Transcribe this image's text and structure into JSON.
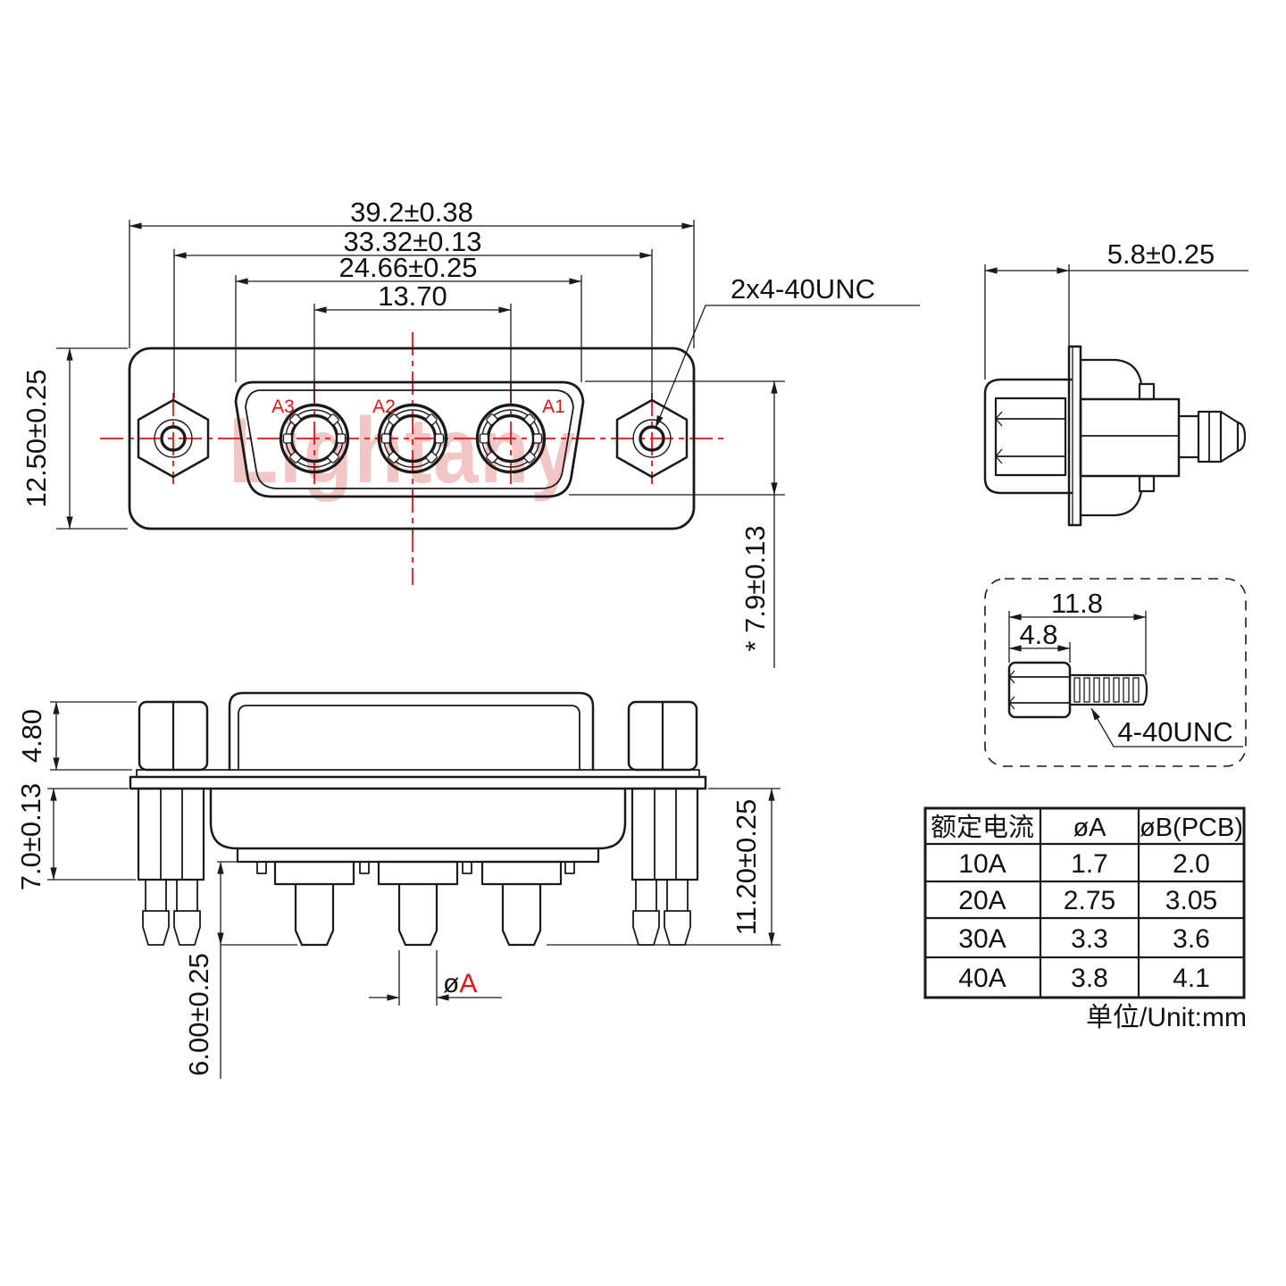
{
  "watermark": {
    "text": "Lightany"
  },
  "front_view": {
    "dims": {
      "overall_width": "39.2±0.38",
      "mount_hole_spacing": "33.32±0.13",
      "opening_width": "24.66±0.25",
      "contact_span": "13.70",
      "overall_height": "12.50±0.25",
      "opening_height": "* 7.9±0.13"
    },
    "thread_callout": "2x4-40UNC",
    "contact_labels": [
      "A3",
      "A2",
      "A1"
    ]
  },
  "side_view": {
    "dims": {
      "shell_depth": "5.8±0.25"
    }
  },
  "screw_detail": {
    "dims": {
      "overall_length": "11.8",
      "body_length": "4.8"
    },
    "thread_label": "4-40UNC"
  },
  "section_view": {
    "dims": {
      "nut_height": "4.80",
      "bracket_depth": "7.0±0.13",
      "pin_depth": "11.20±0.25",
      "pin_protrusion": "6.00±0.25"
    },
    "pin_diameter": {
      "symbol": "ø",
      "letter": "A"
    }
  },
  "table": {
    "headers": [
      "额定电流",
      "øA",
      "øB(PCB)"
    ],
    "rows": [
      [
        "10A",
        "1.7",
        "2.0"
      ],
      [
        "20A",
        "2.75",
        "3.05"
      ],
      [
        "30A",
        "3.3",
        "3.6"
      ],
      [
        "40A",
        "3.8",
        "4.1"
      ]
    ],
    "unit_note": "单位/Unit:mm"
  },
  "colors": {
    "line": "#1a1a1a",
    "accent_red": "#ee1111",
    "watermark_pink": "#f3c6c6"
  }
}
